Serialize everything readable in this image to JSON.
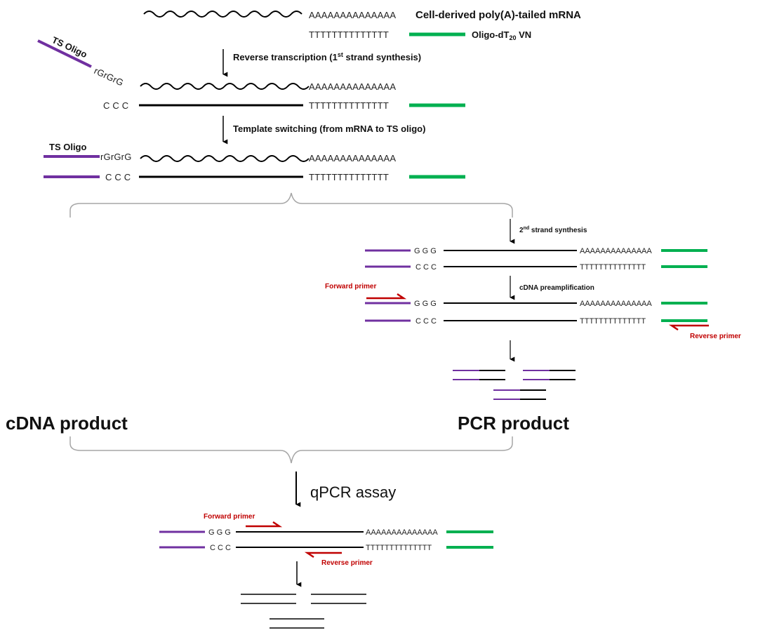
{
  "colors": {
    "mrna_label": "#ffc000",
    "oligo_dt": "#00b050",
    "ts_oligo": "#7030a0",
    "primer": "#c00000",
    "cdna_product": "#5b9bd5",
    "pcr_product": "#ed7d31",
    "brace": "#a6a6a6"
  },
  "sequences": {
    "polyA": "AAAAAAAAAAAAAA",
    "polyT": "TTTTTTTTTTTTTT",
    "ccc": "C C C",
    "ggg": "G G G",
    "rgrgrg": "rGrGrG"
  },
  "labels": {
    "mrna": "Cell-derived poly(A)-tailed mRNA",
    "oligo_dt_prefix": "Oligo-dT",
    "oligo_dt_sub": "20",
    "oligo_dt_suffix": " VN",
    "ts_oligo": "TS Oligo",
    "step_rt_prefix": "Reverse transcription (1",
    "step_rt_sup": "st",
    "step_rt_suffix": " strand synthesis)",
    "step_ts": "Template switching (from mRNA to TS oligo)",
    "step_second_num": "2",
    "step_second_sup": "nd",
    "step_second_suffix": " strand synthesis",
    "step_preamp": "cDNA preamplification",
    "forward_primer": "Forward primer",
    "reverse_primer": "Reverse primer",
    "cdna_product": "cDNA product",
    "pcr_product": "PCR product",
    "qpcr_assay": "qPCR assay"
  }
}
